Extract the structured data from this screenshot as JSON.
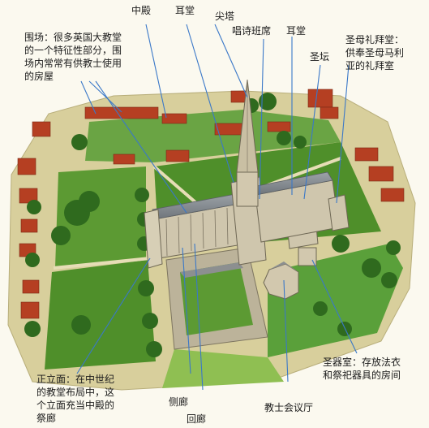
{
  "labels": {
    "nave": "中殿",
    "transept_left": "耳堂",
    "spire": "尖塔",
    "choir": "唱诗班席",
    "transept_right": "耳堂",
    "altar": "圣坛",
    "lady_chapel": "圣母礼拜堂：\n供奉圣母马利\n亚的礼拜室",
    "close": "围场：很多英国大教堂\n的一个特征性部分，围\n场内常常有供教士使用\n的房屋",
    "west_front": "正立面：在中世纪\n的教堂布局中，这\n个立面充当中殿的\n祭廊",
    "aisle": "侧廊",
    "cloister": "回廊",
    "chapter_house": "教士会议厅",
    "sacristy": "圣器室：存放法衣\n和祭祀器具的房间"
  },
  "colors": {
    "lawn": "#4f8f2a",
    "lawn_light": "#8fbf52",
    "roof": "#b53f22",
    "stone": "#cfc6ad",
    "leader": "#3a78c8",
    "background": "#fbf9ef"
  }
}
